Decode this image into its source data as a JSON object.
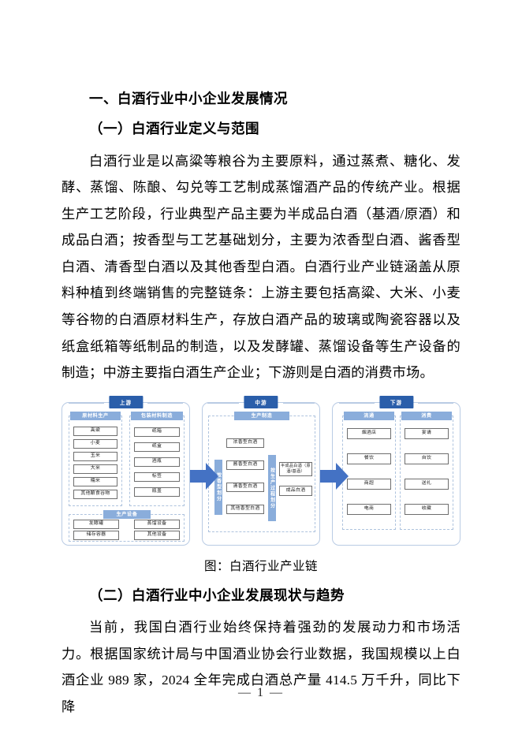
{
  "document": {
    "page_number": "— 1 —"
  },
  "headings": {
    "section_1": "一、白酒行业中小企业发展情况",
    "subsection_1_1": "（一）白酒行业定义与范围",
    "subsection_1_2": "（二）白酒行业中小企业发展现状与趋势"
  },
  "paragraphs": {
    "definition": "白酒行业是以高粱等粮谷为主要原料，通过蒸煮、糖化、发酵、蒸馏、陈酿、勾兑等工艺制成蒸馏酒产品的传统产业。根据生产工艺阶段，行业典型产品主要为半成品白酒（基酒/原酒）和成品白酒；按香型与工艺基础划分，主要为浓香型白酒、酱香型白酒、清香型白酒以及其他香型白酒。白酒行业产业链涵盖从原料种植到终端销售的完整链条：上游主要包括高粱、大米、小麦等谷物的白酒原材料生产，存放白酒产品的玻璃或陶瓷容器以及纸盒纸箱等纸制品的制造，以及发酵罐、蒸馏设备等生产设备的制造；中游主要指白酒生产企业；下游则是白酒的消费市场。",
    "status": "当前，我国白酒行业始终保持着强劲的发展动力和市场活力。根据国家统计局与中国酒业协会行业数据，我国规模以上白酒企业 989 家，2024 全年完成白酒总产量 414.5 万千升，同比下降"
  },
  "figure": {
    "caption": "图：白酒行业产业链",
    "colors": {
      "stage_header": "#2a5eaa",
      "group_header": "#8aaddb",
      "arrow": "#4472c4",
      "border": "#b9cbe4"
    },
    "stages": [
      {
        "id": "upstream",
        "title": "上游",
        "groups": [
          {
            "title": "原材料生产",
            "items": [
              "高粱",
              "小麦",
              "玉米",
              "大米",
              "糯米",
              "其他酿食谷物"
            ]
          },
          {
            "title": "包装材料制造",
            "items": [
              "纸箱",
              "纸盒",
              "酒瓶",
              "标签",
              "瓶盖"
            ]
          },
          {
            "title": "生产设备",
            "items": [
              "发酵罐",
              "蒸馏设备",
              "储存容器",
              "其他设备"
            ]
          }
        ]
      },
      {
        "id": "midstream",
        "title": "中游",
        "groups": [
          {
            "title": "生产制造",
            "vertical_labels": [
              "按香型划分",
              "按生产过程划分"
            ],
            "aroma_items": [
              "浓香型白酒",
              "酱香型白酒",
              "清香型白酒",
              "其他香型白酒"
            ],
            "process_items": [
              "半成品白酒（原酒/基酒）",
              "成品白酒"
            ]
          }
        ]
      },
      {
        "id": "downstream",
        "title": "下游",
        "groups": [
          {
            "title": "流通",
            "items": [
              "烟酒店",
              "餐饮",
              "商超",
              "电商"
            ]
          },
          {
            "title": "消费",
            "items": [
              "宴请",
              "自饮",
              "送礼",
              "收藏"
            ]
          }
        ]
      }
    ],
    "arrows": [
      "arrow-upstream-to-midstream",
      "arrow-midstream-to-downstream"
    ]
  }
}
